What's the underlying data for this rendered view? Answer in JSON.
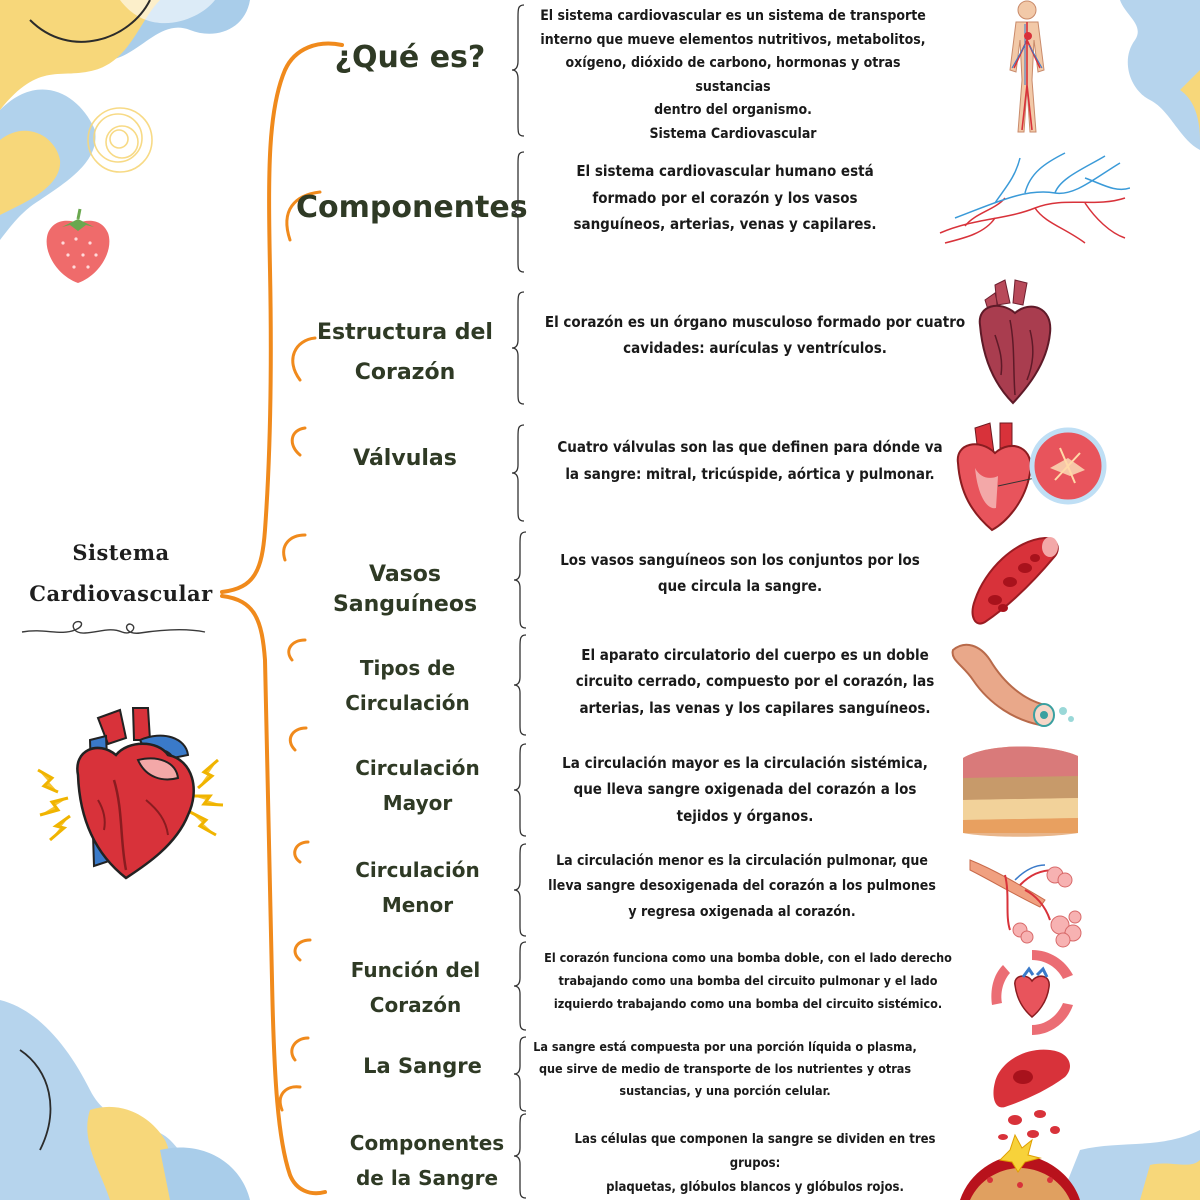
{
  "main_title": "Sistema\nCardiovascular",
  "colors": {
    "orange_branch": "#f08a1c",
    "topic_text": "#2f3a25",
    "blob_blue": "#a9cdea",
    "blob_yellow": "#f7d77a",
    "heart_red": "#d8323a"
  },
  "topics": [
    {
      "title": "¿Qué es?",
      "desc": "El sistema cardiovascular es un sistema de transporte\ninterno que mueve elementos nutritivos, metabolitos,\noxígeno, dióxido de carbono, hormonas y otras sustancias\ndentro del organismo.\nSistema Cardiovascular",
      "icon": "human-circulatory-figure-icon"
    },
    {
      "title": "Componentes",
      "desc": "El sistema cardiovascular humano está\nformado por el corazón y los vasos\nsanguíneos, arterias, venas y capilares.",
      "icon": "blood-vessels-network-icon"
    },
    {
      "title": "Estructura del\nCorazón",
      "desc": "El corazón es un órgano musculoso formado por cuatro\ncavidades: aurículas y ventrículos.",
      "icon": "anatomical-heart-icon"
    },
    {
      "title": "Válvulas",
      "desc": "Cuatro válvulas son las que definen para dónde va\nla sangre: mitral, tricúspide, aórtica y pulmonar.",
      "icon": "heart-valve-icon"
    },
    {
      "title": "Vasos Sanguíneos",
      "desc": "Los vasos sanguíneos son los conjuntos por los\nque circula la sangre.",
      "icon": "blood-vessel-icon"
    },
    {
      "title": "Tipos de\nCirculación",
      "desc": "El aparato circulatorio del cuerpo es un doble\ncircuito cerrado, compuesto por el corazón, las\narterias, las venas y los capilares sanguíneos.",
      "icon": "artery-segment-icon"
    },
    {
      "title": "Circulación\nMayor",
      "desc": "La circulación mayor es la circulación sistémica,\nque lleva sangre oxigenada del corazón a los\ntejidos y órganos.",
      "icon": "tissue-layers-icon"
    },
    {
      "title": "Circulación\nMenor",
      "desc": "La circulación menor es la circulación pulmonar, que\nlleva sangre desoxigenada del corazón a los pulmones\ny regresa oxigenada al corazón.",
      "icon": "lung-alveoli-icon"
    },
    {
      "title": "Función del\nCorazón",
      "desc": "El corazón funciona como una bomba doble, con el lado derecho\ntrabajando como una bomba del circuito pulmonar y el lado\nizquierdo trabajando como una bomba del circuito sistémico.",
      "icon": "heart-pump-cycle-icon"
    },
    {
      "title": "La Sangre",
      "desc": "La sangre está compuesta por una porción líquida o plasma,\nque sirve de medio de transporte de los nutrientes y otras\nsustancias, y una porción celular.",
      "icon": "blood-cells-icon"
    },
    {
      "title": "Componentes\nde la Sangre",
      "desc": "Las células que componen la sangre se dividen en tres grupos:\nplaquetas, glóbulos blancos y glóbulos rojos.",
      "icon": "platelets-vessel-icon"
    }
  ]
}
